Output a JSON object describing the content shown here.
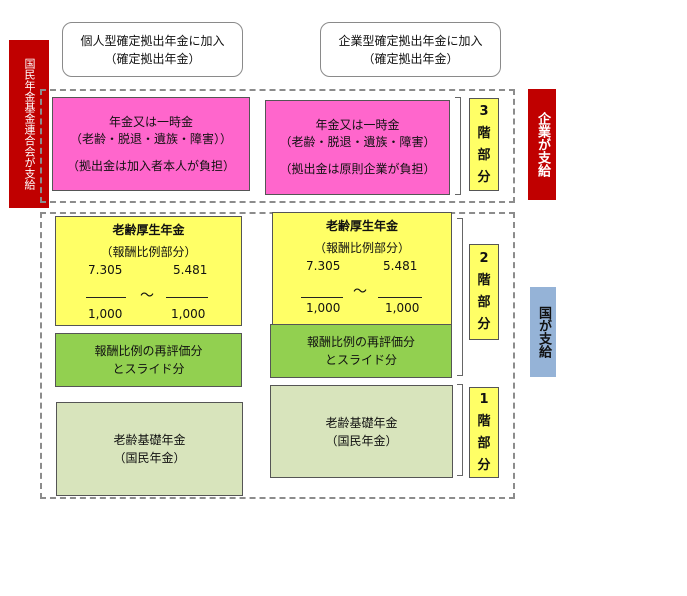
{
  "top_labels": {
    "individual": {
      "line1": "個人型確定拠出年金に加入",
      "line2": "（確定拠出年金）"
    },
    "corporate": {
      "line1": "企業型確定拠出年金に加入",
      "line2": "（確定拠出年金）"
    }
  },
  "left_side": {
    "text": "国民年金基金連合会が支給"
  },
  "right_side_corporate": {
    "text": "企業が支給"
  },
  "right_side_state": {
    "text": "国が支給"
  },
  "tier3": {
    "left": {
      "title": "年金又は一時金",
      "detail": "（老齢・脱退・遺族・障害））",
      "note": "（拠出金は加入者本人が負担）"
    },
    "right": {
      "title": "年金又は一時金",
      "detail": "（老齢・脱退・遺族・障害）",
      "note": "（拠出金は原則企業が負担）"
    },
    "label": {
      "num": "3",
      "c1": "階",
      "c2": "部",
      "c3": "分"
    }
  },
  "tier2": {
    "left": {
      "title": "老齢厚生年金",
      "subtitle": "（報酬比例部分）",
      "num1": "7.305",
      "num2": "5.481",
      "den1": "1,000",
      "den2": "1,000",
      "tilde": "～"
    },
    "right": {
      "title": "老齢厚生年金",
      "subtitle": "（報酬比例部分）",
      "num1": "7.305",
      "num2": "5.481",
      "den1": "1,000",
      "den2": "1,000",
      "tilde": "～"
    },
    "revaluation_left": {
      "line1": "報酬比例の再評価分",
      "line2": "とスライド分"
    },
    "revaluation_right": {
      "line1": "報酬比例の再評価分",
      "line2": "とスライド分"
    },
    "label": {
      "num": "2",
      "c1": "階",
      "c2": "部",
      "c3": "分"
    }
  },
  "tier1": {
    "left": {
      "title": "老齢基礎年金",
      "subtitle": "（国民年金）"
    },
    "right": {
      "title": "老齢基礎年金",
      "subtitle": "（国民年金）"
    },
    "label": {
      "num": "1",
      "c1": "階",
      "c2": "部",
      "c3": "分"
    }
  },
  "colors": {
    "magenta": "#ff66cc",
    "yellow": "#ffff66",
    "green": "#92d050",
    "light_green": "#d8e4bc",
    "red": "#c00000",
    "blue": "#95b3d7"
  }
}
